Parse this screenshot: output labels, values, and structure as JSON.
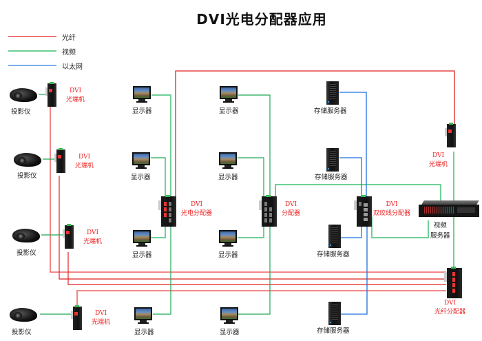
{
  "title": "DVI光电分配器应用",
  "legend": [
    {
      "label": "光纤",
      "color": "#e02020",
      "meaning": "fiber"
    },
    {
      "label": "视频",
      "color": "#6fcf97",
      "meaning": "video"
    },
    {
      "label": "以太网",
      "color": "#2b7de0",
      "meaning": "ethernet"
    }
  ],
  "colors": {
    "fiber": "#e02020",
    "fiber_light": "#f07878",
    "video": "#6fcf97",
    "video_dark": "#1fa653",
    "ethernet": "#1e6fe0",
    "device_label": "#ee2222"
  },
  "projectors": [
    {
      "label": "投影仪"
    },
    {
      "label": "投影仪"
    },
    {
      "label": "投影仪"
    },
    {
      "label": "投影仪"
    }
  ],
  "converters": [
    {
      "line1": "DVI",
      "line2": "光端机"
    },
    {
      "line1": "DVI",
      "line2": "光端机"
    },
    {
      "line1": "DVI",
      "line2": "光端机"
    },
    {
      "line1": "DVI",
      "line2": "光端机"
    },
    {
      "line1": "DVI",
      "line2": "光端机"
    }
  ],
  "monitors": [
    {
      "label": "显示器"
    },
    {
      "label": "显示器"
    },
    {
      "label": "显示器"
    },
    {
      "label": "显示器"
    },
    {
      "label": "显示器"
    },
    {
      "label": "显示器"
    },
    {
      "label": "显示器"
    },
    {
      "label": "显示器"
    }
  ],
  "splitters": {
    "optical": {
      "line1": "DVI",
      "line2": "光电分配器"
    },
    "dvi": {
      "line1": "DVI",
      "line2": "分配器"
    },
    "twisted_pair": {
      "line1": "DVI",
      "line2": "双绞线分配器"
    },
    "fiber": {
      "line1": "DVI",
      "line2": "光纤分配器"
    }
  },
  "storage_servers": [
    {
      "label": "存储服务器"
    },
    {
      "label": "存储服务器"
    },
    {
      "label": "存储服务器"
    },
    {
      "label": "存储服务器"
    }
  ],
  "video_server": {
    "line1": "视频",
    "line2": "服务器"
  }
}
